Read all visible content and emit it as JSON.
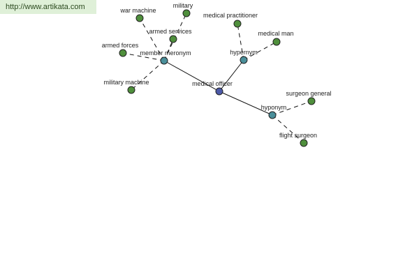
{
  "header": {
    "url_text": "http://www.artikata.com"
  },
  "colors": {
    "center": "#4c5aa8",
    "relation": "#4a8f9a",
    "leaf": "#4f8f3c",
    "edge": "#111111",
    "link_bg": "#dff0d8"
  },
  "graph": {
    "nodes": [
      {
        "id": "medical-officer",
        "label": "medical officer",
        "kind": "center"
      },
      {
        "id": "member-meronym",
        "label": "member meronym",
        "kind": "relation"
      },
      {
        "id": "hypernym",
        "label": "hypernym",
        "kind": "relation"
      },
      {
        "id": "hyponym",
        "label": "hyponym",
        "kind": "relation"
      },
      {
        "id": "war-machine",
        "label": "war machine",
        "kind": "leaf"
      },
      {
        "id": "military",
        "label": "military",
        "kind": "leaf"
      },
      {
        "id": "armed-services",
        "label": "armed services",
        "kind": "leaf"
      },
      {
        "id": "armed-forces",
        "label": "armed forces",
        "kind": "leaf"
      },
      {
        "id": "military-machine",
        "label": "military machine",
        "kind": "leaf"
      },
      {
        "id": "medical-practitioner",
        "label": "medical practitioner",
        "kind": "leaf"
      },
      {
        "id": "medical-man",
        "label": "medical man",
        "kind": "leaf"
      },
      {
        "id": "surgeon-general",
        "label": "surgeon general",
        "kind": "leaf"
      },
      {
        "id": "flight-surgeon",
        "label": "flight surgeon",
        "kind": "leaf"
      }
    ],
    "edges": [
      {
        "from": "medical-officer",
        "to": "member-meronym",
        "style": "solid"
      },
      {
        "from": "medical-officer",
        "to": "hypernym",
        "style": "solid"
      },
      {
        "from": "medical-officer",
        "to": "hyponym",
        "style": "solid"
      },
      {
        "from": "member-meronym",
        "to": "war-machine",
        "style": "dashed"
      },
      {
        "from": "member-meronym",
        "to": "military",
        "style": "dashed"
      },
      {
        "from": "member-meronym",
        "to": "armed-services",
        "style": "dashed"
      },
      {
        "from": "member-meronym",
        "to": "armed-forces",
        "style": "dashed"
      },
      {
        "from": "member-meronym",
        "to": "military-machine",
        "style": "dashed"
      },
      {
        "from": "hypernym",
        "to": "medical-practitioner",
        "style": "dashed"
      },
      {
        "from": "hypernym",
        "to": "medical-man",
        "style": "dashed"
      },
      {
        "from": "hyponym",
        "to": "surgeon-general",
        "style": "dashed"
      },
      {
        "from": "hyponym",
        "to": "flight-surgeon",
        "style": "dashed"
      }
    ]
  }
}
